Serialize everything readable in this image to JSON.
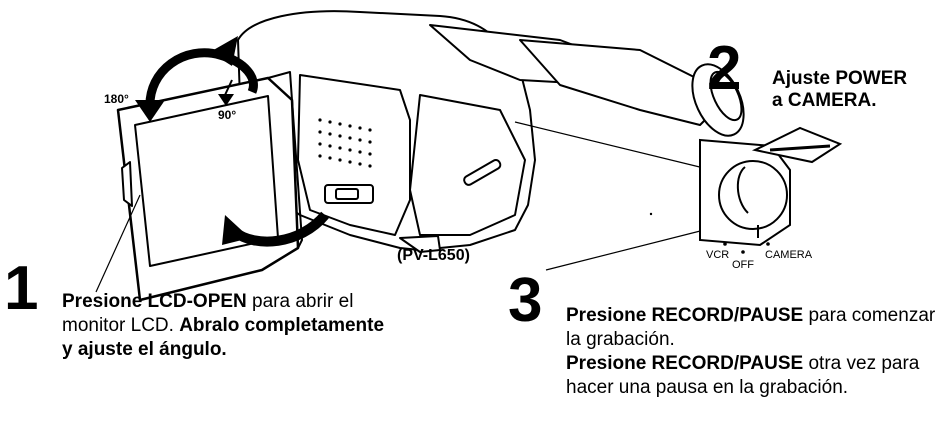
{
  "angles": {
    "a180": "180°",
    "a90": "90°"
  },
  "model_label": "(PV-L650)",
  "switch": {
    "vcr": "VCR",
    "off": "OFF",
    "camera": "CAMERA"
  },
  "step1": {
    "number": "1",
    "bold1": "Presione LCD-OPEN",
    "text1": " para abrir el monitor LCD. ",
    "bold2": "Abralo completamente y ajuste el ángulo."
  },
  "step2": {
    "number": "2",
    "line1": "Ajuste POWER",
    "line2": "a CAMERA."
  },
  "step3": {
    "number": "3",
    "bold1": "Presione RECORD/PAUSE",
    "text1": " para comenzar la grabación.",
    "bold2": "Presione RECORD/PAUSE",
    "text2": " otra vez para hacer una pausa en la grabación."
  }
}
